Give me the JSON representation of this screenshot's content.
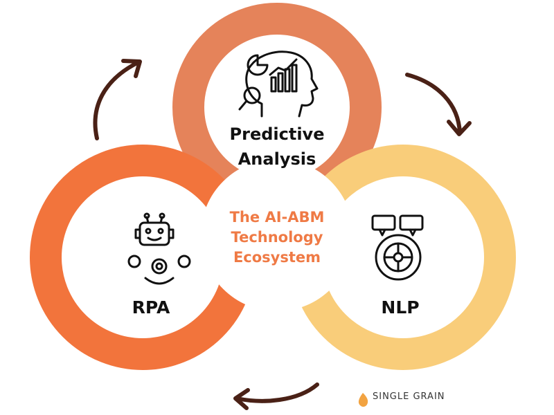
{
  "diagram": {
    "nodes": [
      {
        "id": "predictive-analysis",
        "label_lines": [
          "Predictive",
          "Analysis"
        ],
        "color": "#e5835a",
        "icon": "head-analytics-icon"
      },
      {
        "id": "rpa",
        "label": "RPA",
        "color": "#f2743c",
        "icon": "robot-gears-icon"
      },
      {
        "id": "nlp",
        "label": "NLP",
        "color": "#f9cd7a",
        "icon": "brain-speech-icon"
      }
    ],
    "center_title_lines": [
      "The AI-ABM",
      "Technology",
      "Ecosystem"
    ],
    "center_title_color": "#ef7a45",
    "arrow_color": "#4a2116",
    "arrows": [
      "cycle-arrow"
    ]
  },
  "brand": {
    "name": "SINGLE GRAIN",
    "logo_color": "#f2a341",
    "icon": "drop-logo-icon"
  }
}
